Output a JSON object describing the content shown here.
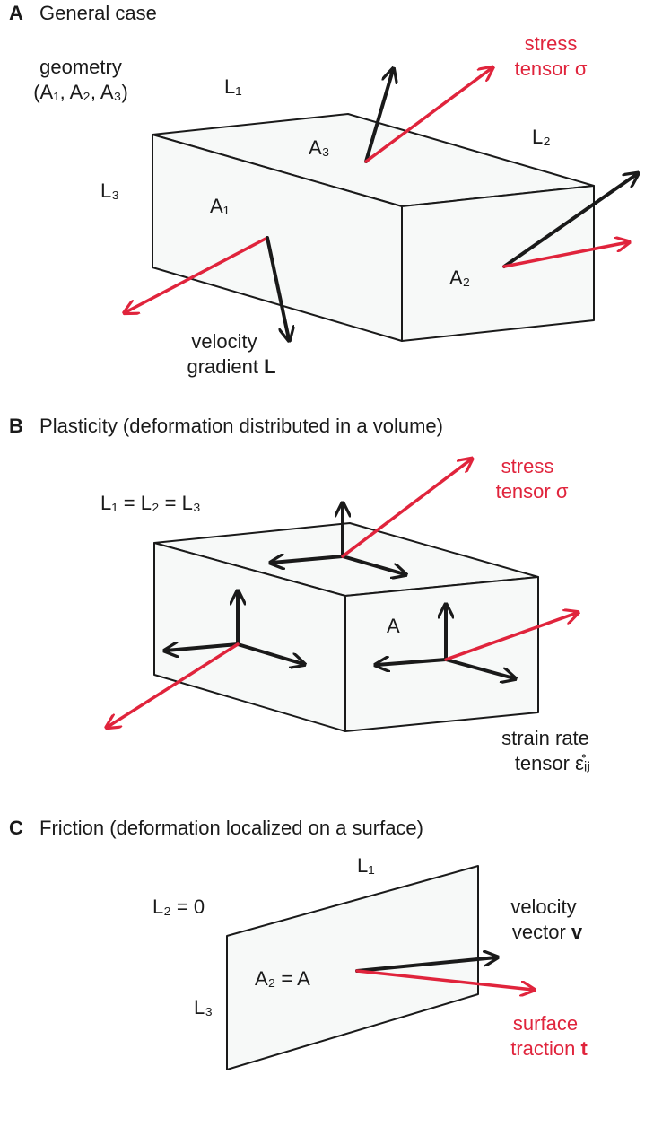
{
  "panels": {
    "a": {
      "letter": "A",
      "title": "General case",
      "geometry_line1": "geometry",
      "geometry_line2": "(A₁, A₂, A₃)",
      "l1": "L₁",
      "l2": "L₂",
      "l3": "L₃",
      "a1": "A₁",
      "a2": "A₂",
      "a3": "A₃",
      "stress_line1": "stress",
      "stress_line2": "tensor σ",
      "velocity_line1": "velocity",
      "velocity_line2": "gradient ",
      "velocity_symbol": "L"
    },
    "b": {
      "letter": "B",
      "title": "Plasticity (deformation distributed in a volume)",
      "equal_lengths": "L₁ = L₂ = L₃",
      "stress_line1": "stress",
      "stress_line2": "tensor σ",
      "area": "A",
      "strain_line1": "strain rate",
      "strain_line2": "tensor ε̊ᵢⱼ"
    },
    "c": {
      "letter": "C",
      "title": "Friction (deformation localized on a surface)",
      "l1": "L₁",
      "l2_zero": "L₂ = 0",
      "l3": "L₃",
      "area_eq": "A₂ = A",
      "velocity_line1": "velocity",
      "velocity_line2": "vector ",
      "velocity_symbol": "v",
      "traction_line1": "surface",
      "traction_line2": "traction ",
      "traction_symbol": "t"
    }
  }
}
